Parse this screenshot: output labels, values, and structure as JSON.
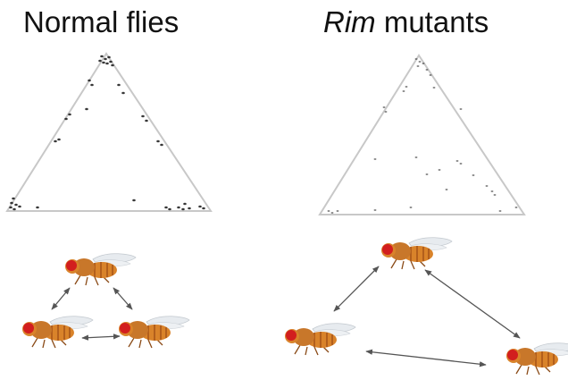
{
  "titles": {
    "normal": "Normal flies",
    "mutant_italic": "Rim",
    "mutant_rest": " mutants"
  },
  "colors": {
    "triangle_stroke": "#c8c8c8",
    "dot": "#222222",
    "fly_body": "#d9832a",
    "fly_body_dark": "#a9561a",
    "fly_eye": "#d21e1e",
    "fly_wing": "#e7ebef",
    "arrow": "#555555"
  },
  "icons": {
    "fly": "fruit-fly-icon",
    "double_arrow": "double-headed-arrow-icon"
  }
}
